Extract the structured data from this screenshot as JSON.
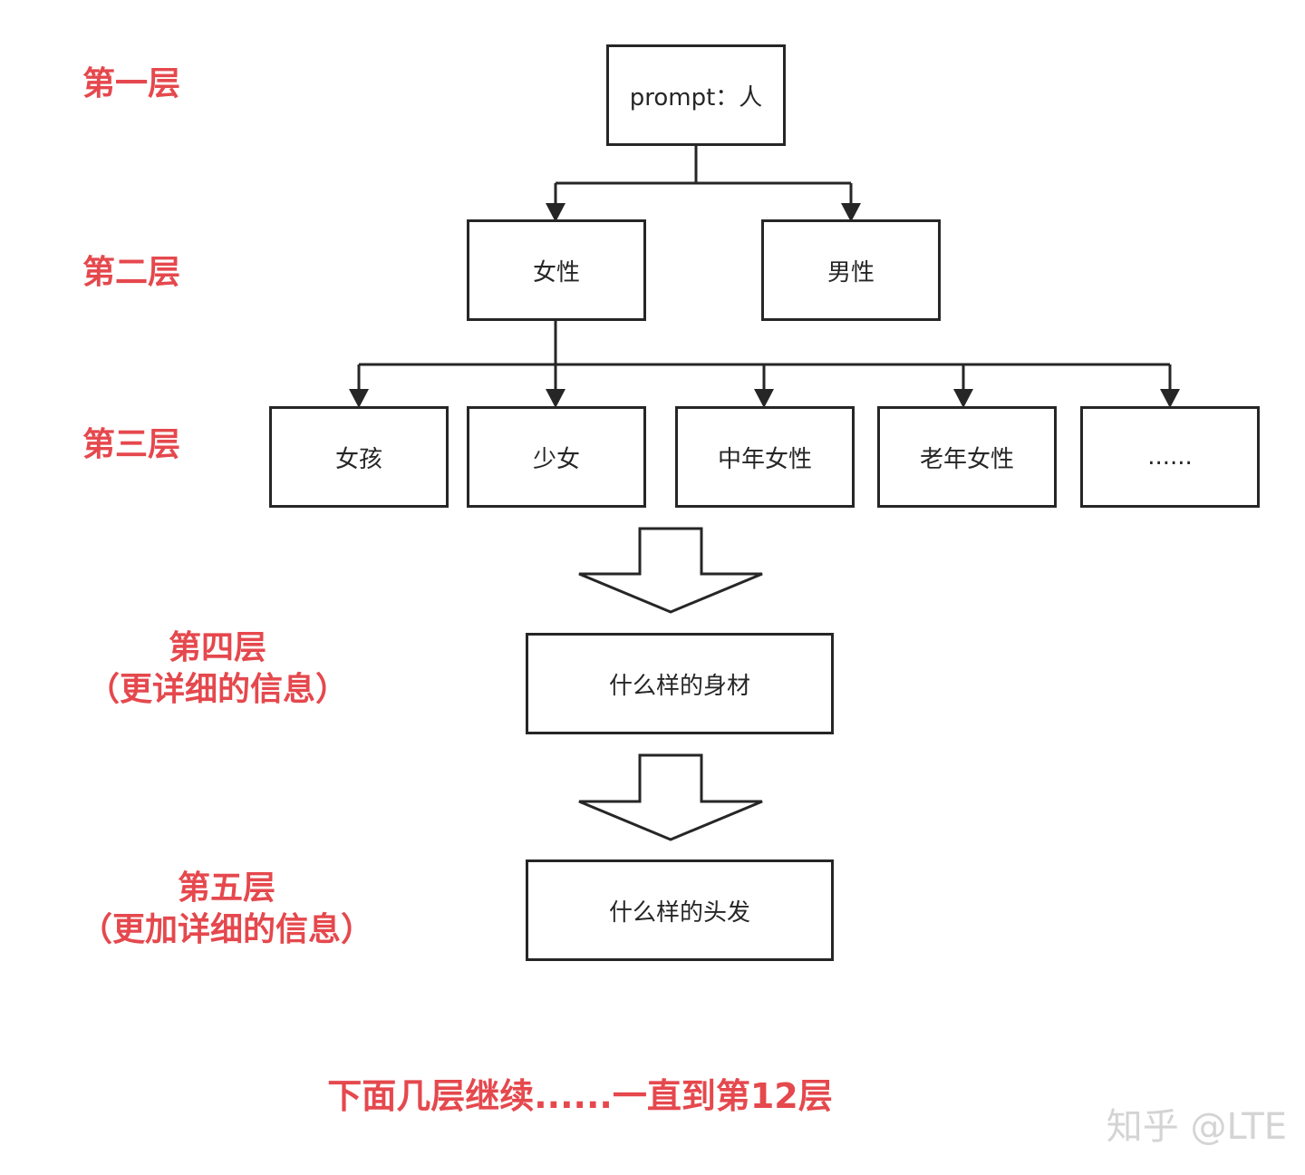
{
  "layers": {
    "layer1": "第一层",
    "layer2": "第二层",
    "layer3": "第三层",
    "layer4": [
      "第四层",
      "（更详细的信息）"
    ],
    "layer5": [
      "第五层",
      "（更加详细的信息）"
    ]
  },
  "nodes": {
    "root": "prompt：人",
    "female": "女性",
    "male": "男性",
    "girl": "女孩",
    "young_woman": "少女",
    "middle_aged_woman": "中年女性",
    "elderly_woman": "老年女性",
    "more": "......",
    "body_shape": "什么样的身材",
    "hair": "什么样的头发"
  },
  "footer": "下面几层继续......一直到第12层",
  "watermark": "知乎 @LTE",
  "colors": {
    "label": "#e5484d",
    "line": "#262626",
    "watermark": "#d4d4d4"
  }
}
